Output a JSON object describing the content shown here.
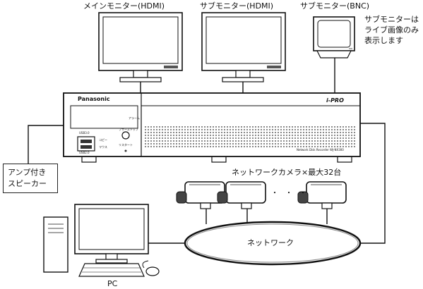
{
  "monitors": {
    "main": "メインモニター(HDMI)",
    "sub_hdmi": "サブモニター(HDMI)",
    "sub_bnc": "サブモニター(BNC)",
    "sub_note": [
      "サブモニターは",
      "ライブ画像のみ",
      "表示します"
    ]
  },
  "recorder": {
    "brand": "Panasonic",
    "logo": "i-PRO",
    "model": "Network Disk Recorder WJ-NX300",
    "usb_top": "USB3.0",
    "usb_bottom": "USB2.0",
    "copy_label": "コピー",
    "mouse_label": "マウス",
    "alarm_label": "アラーム",
    "restart_label": "リスタート",
    "buzzer_label": "ブザーストップ"
  },
  "speaker": [
    "アンプ付き",
    "スピーカー"
  ],
  "cameras_label": "ネットワークカメラ×最大32台",
  "ellipsis": "・　・　・",
  "network_label": "ネットワーク",
  "pc_label": "PC"
}
